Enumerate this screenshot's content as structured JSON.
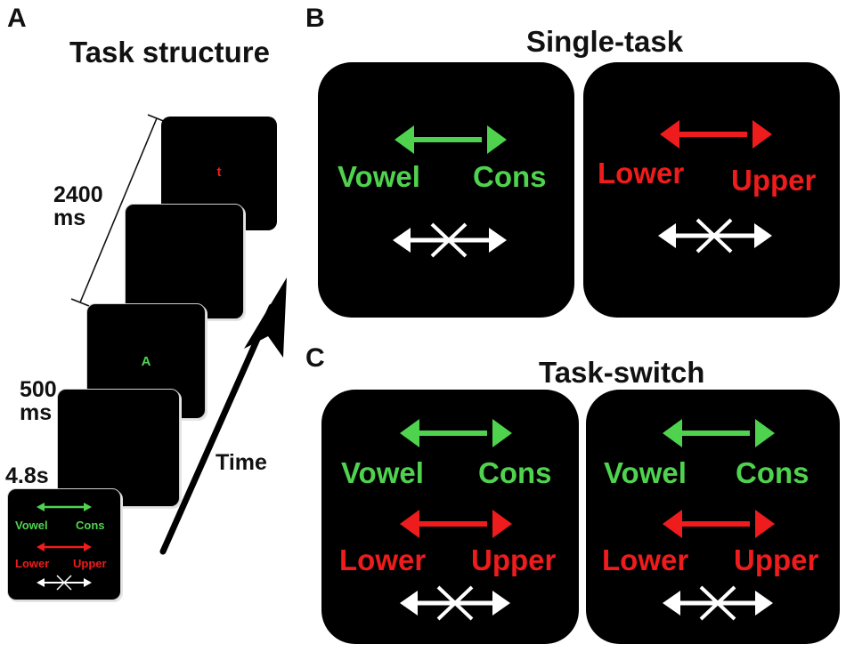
{
  "panel_a": {
    "letter": "A",
    "title": "Task structure",
    "label_2400": "2400",
    "label_2400_unit": "ms",
    "label_500": "500",
    "label_500_unit": "ms",
    "label_48": "4.8s",
    "time_label": "Time",
    "stimulus_late": "t",
    "stimulus_early": "A",
    "cue_screen": {
      "task1_left": "Vowel",
      "task1_right": "Cons",
      "task2_left": "Lower",
      "task2_right": "Upper"
    }
  },
  "panel_b": {
    "letter": "B",
    "title": "Single-task",
    "left_screen": {
      "left": "Vowel",
      "right": "Cons"
    },
    "right_screen": {
      "left": "Lower",
      "right": "Upper"
    }
  },
  "panel_c": {
    "letter": "C",
    "title": "Task-switch",
    "screens": [
      {
        "task1_left": "Vowel",
        "task1_right": "Cons",
        "task2_left": "Lower",
        "task2_right": "Upper"
      },
      {
        "task1_left": "Vowel",
        "task1_right": "Cons",
        "task2_left": "Lower",
        "task2_right": "Upper"
      }
    ]
  },
  "colors": {
    "green": "#4fd34f",
    "red": "#ee1c1c",
    "white": "#ffffff",
    "screen": "#000000"
  },
  "icons": {
    "task_arrow": "double-headed-arrow-icon",
    "crossed_arrow": "crossed-double-arrow-icon"
  }
}
